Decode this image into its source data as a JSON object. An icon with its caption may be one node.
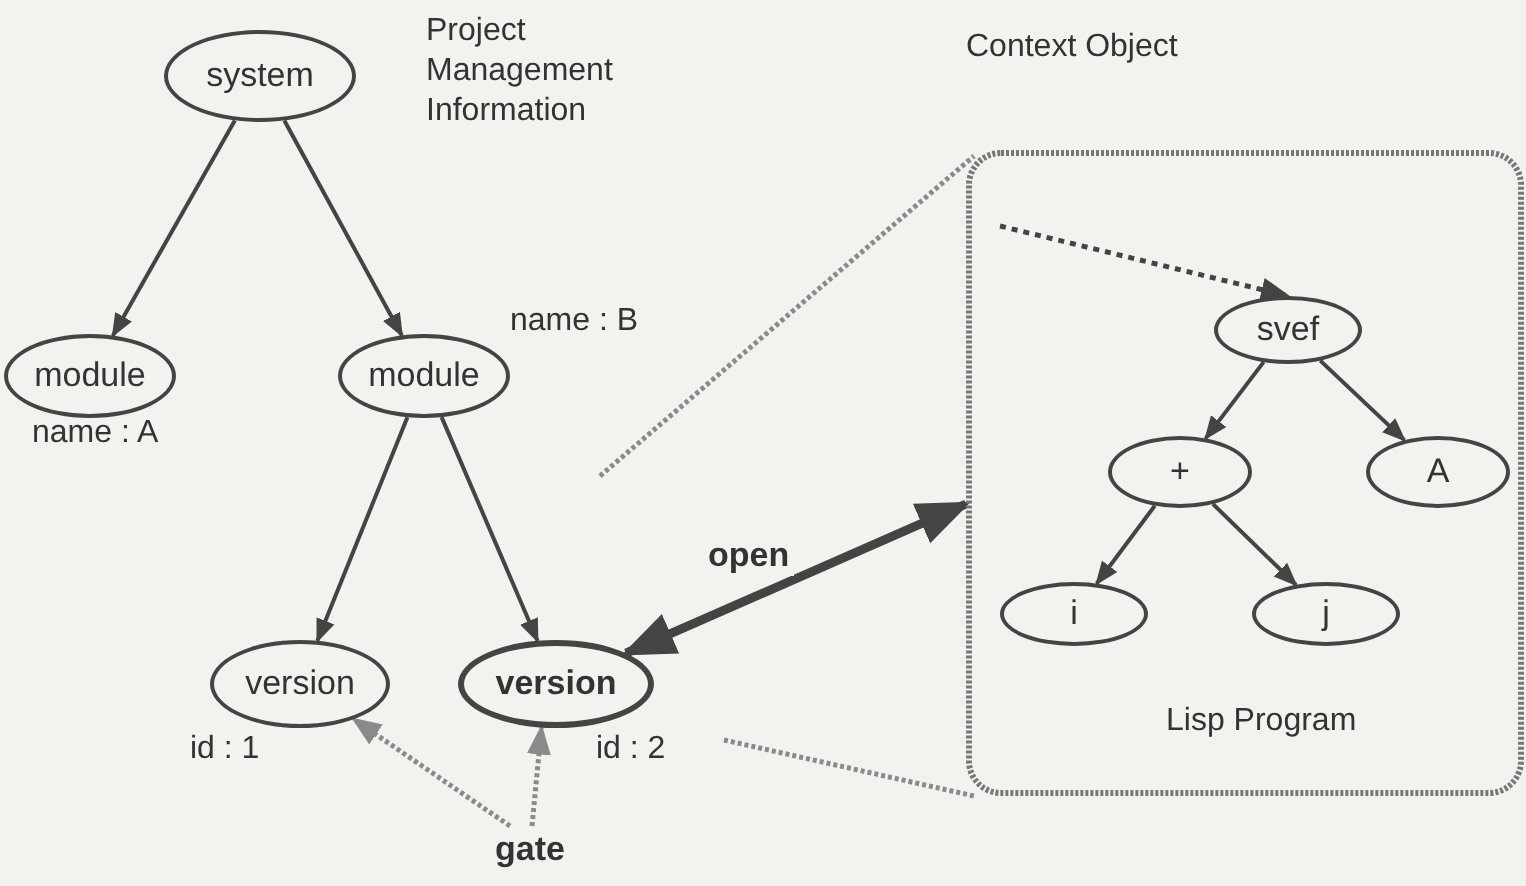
{
  "diagram": {
    "nodes": [
      {
        "text": [
          "system"
        ]
      },
      {
        "text": [
          "module"
        ],
        "beside": [
          "name : A"
        ]
      },
      {
        "text": [
          "module"
        ],
        "beside": [
          "name : B"
        ]
      },
      {
        "text": [
          "version"
        ],
        "beside": [
          "id : 1"
        ]
      },
      {
        "text": [
          "version"
        ],
        "beside": [
          "id : 2"
        ]
      },
      {
        "text": [
          "gate"
        ]
      },
      {
        "text": [
          "Context Object",
          "Lisp Program"
        ]
      },
      {
        "text": [
          "svef"
        ],
        "in": 6
      },
      {
        "text": [
          "+"
        ],
        "in": 6
      },
      {
        "text": [
          "A"
        ],
        "in": 6
      },
      {
        "text": [
          "i"
        ],
        "in": 6
      },
      {
        "text": [
          "j"
        ],
        "in": 6
      }
    ],
    "edges": [
      {
        "from": 0,
        "to": 1,
        "arrow": "to"
      },
      {
        "from": 0,
        "to": 2,
        "arrow": "to"
      },
      {
        "from": 2,
        "to": 3,
        "arrow": "to"
      },
      {
        "from": 2,
        "to": 4,
        "arrow": "to"
      },
      {
        "from": 5,
        "to": 3,
        "arrow": "to",
        "style": "dashed",
        "color": "#8a8a8a"
      },
      {
        "from": 5,
        "to": 4,
        "arrow": "to",
        "style": "dashed",
        "color": "#8a8a8a"
      },
      {
        "from": 4,
        "to": 6,
        "arrow": "both",
        "label": "open",
        "style": "thick"
      },
      {
        "from": null,
        "to": 6,
        "arrow": "none",
        "style": "dashed",
        "color": "#8a8a8a"
      },
      {
        "from": null,
        "to": 6,
        "arrow": "none",
        "style": "dashed",
        "color": "#8a8a8a"
      },
      {
        "from": null,
        "to": 7,
        "arrow": "to",
        "style": "dashed"
      },
      {
        "from": 7,
        "to": 8,
        "arrow": "to"
      },
      {
        "from": 7,
        "to": 9,
        "arrow": "to"
      },
      {
        "from": 8,
        "to": 10,
        "arrow": "to"
      },
      {
        "from": 8,
        "to": 11,
        "arrow": "to"
      }
    ],
    "labels": [
      "Project Management Information"
    ]
  }
}
